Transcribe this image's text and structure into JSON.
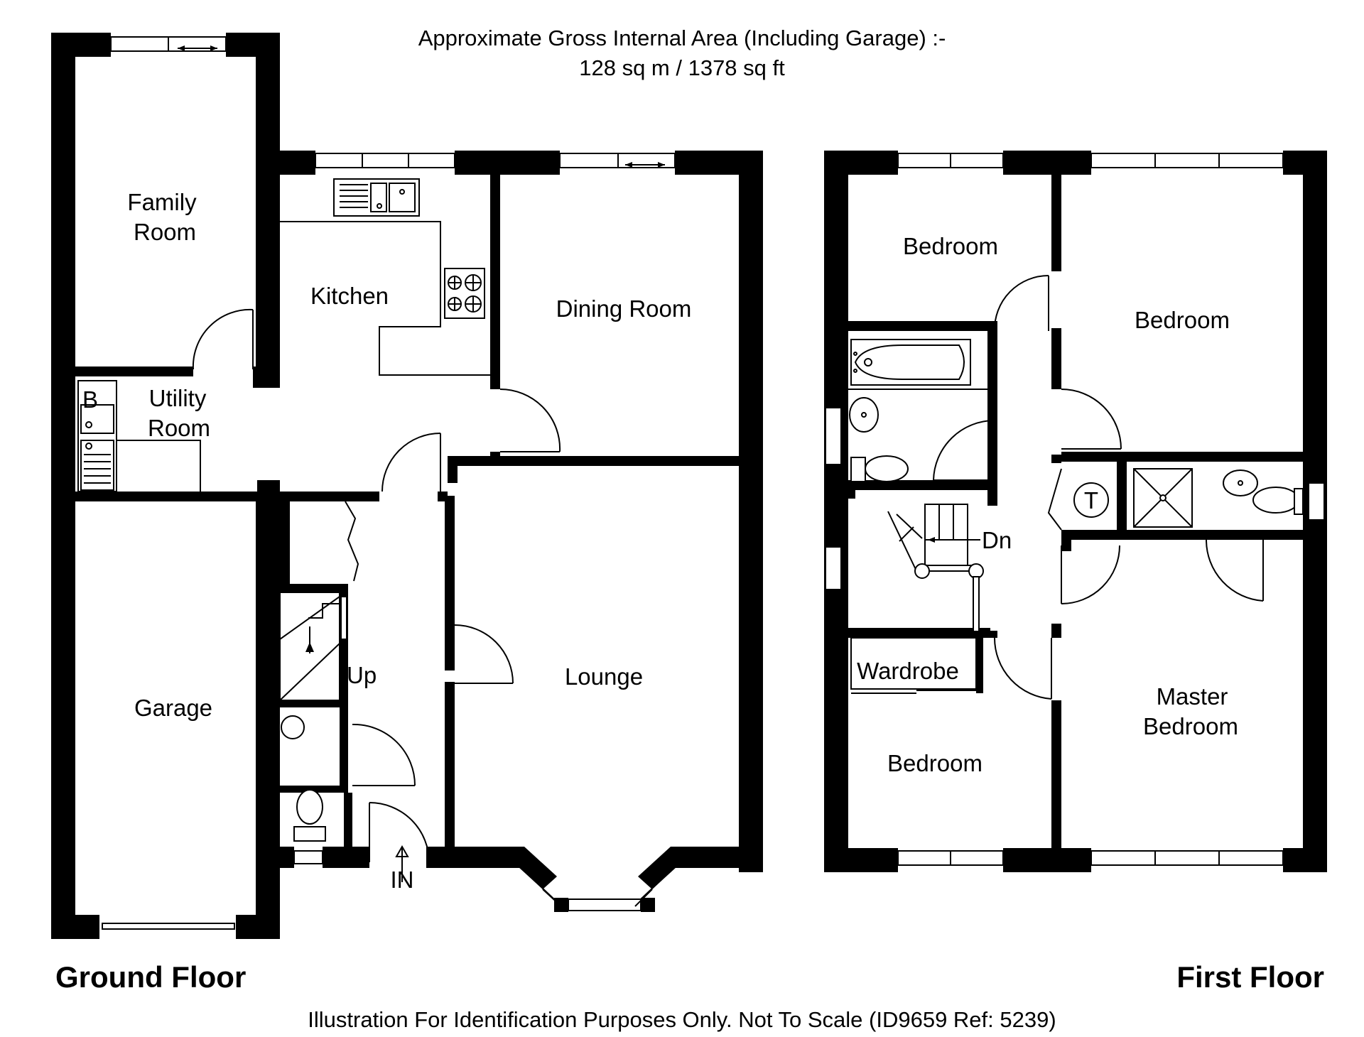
{
  "header": {
    "area_line1": "Approximate Gross Internal Area (Including Garage) :-",
    "area_line2": "128 sq m / 1378 sq ft"
  },
  "ground_floor": {
    "title": "Ground Floor",
    "rooms": {
      "family_room_line1": "Family",
      "family_room_line2": "Room",
      "kitchen": "Kitchen",
      "dining_room": "Dining Room",
      "utility_line1": "Utility",
      "utility_line2": "Room",
      "boiler": "B",
      "garage": "Garage",
      "lounge": "Lounge",
      "stairs_up": "Up",
      "entrance": "IN"
    }
  },
  "first_floor": {
    "title": "First Floor",
    "rooms": {
      "bedroom_top_left": "Bedroom",
      "bedroom_top_right": "Bedroom",
      "bedroom_bottom_left": "Bedroom",
      "wardrobe": "Wardrobe",
      "master_line1": "Master",
      "master_line2": "Bedroom",
      "stairs_down": "Dn",
      "tank": "T"
    }
  },
  "footer": {
    "disclaimer": "Illustration For Identification Purposes Only. Not To Scale (ID9659 Ref: 5239)"
  }
}
